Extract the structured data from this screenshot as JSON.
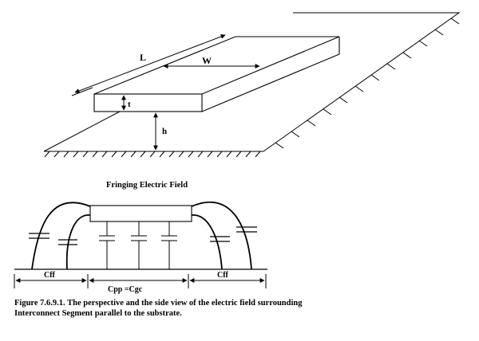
{
  "perspective": {
    "length_label": "L",
    "width_label": "W",
    "thickness_label": "t",
    "height_label": "h"
  },
  "side_view": {
    "title": "Fringing Electric Field",
    "left_fringe_label": "Cff",
    "center_label": "Cpp =Cgc",
    "right_fringe_label": "Cff"
  },
  "caption": {
    "line1": "Figure 7.6.9.1. The perspective and the side view of the electric field surrounding",
    "line2": "Interconnect Segment parallel to the substrate."
  }
}
